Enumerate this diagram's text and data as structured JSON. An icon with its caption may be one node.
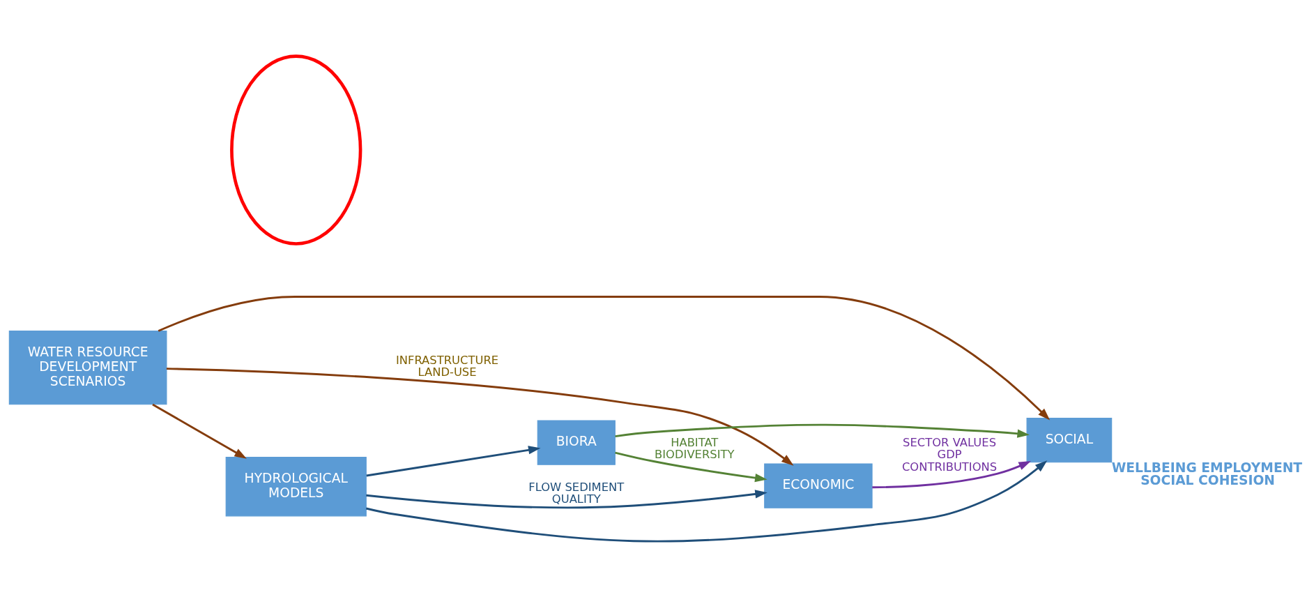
{
  "diagram": {
    "nodes": [
      {
        "text": [
          "WATER RESOURCE DEVELOPMENT SCENARIOS"
        ]
      },
      {
        "text": [
          "HYDROLOGICAL MODELS"
        ]
      },
      {
        "text": [
          "BIORA"
        ]
      },
      {
        "text": [
          "SOCIAL"
        ],
        "beside": [
          "WELLBEING EMPLOYMENT SOCIAL COHESION"
        ]
      },
      {
        "text": [
          "ECONOMIC"
        ]
      },
      {
        "text": [],
        "shape": "ellipse"
      }
    ],
    "edges": [
      {
        "from": 0,
        "to": 1,
        "arrow": "to",
        "color": "#843c0c"
      },
      {
        "from": 0,
        "to": 3,
        "arrow": "to",
        "color": "#843c0c"
      },
      {
        "from": 0,
        "to": 4,
        "arrow": "to",
        "color": "#843c0c",
        "label": "INFRASTRUCTURE LAND-USE"
      },
      {
        "from": 1,
        "to": 3,
        "arrow": "to",
        "color": "#1f4e79"
      },
      {
        "from": 1,
        "to": 2,
        "arrow": "to",
        "color": "#1f4e79"
      },
      {
        "from": 1,
        "to": 4,
        "arrow": "to",
        "color": "#1f4e79",
        "label": "FLOW SEDIMENT QUALITY"
      },
      {
        "from": 2,
        "to": 3,
        "arrow": "to",
        "color": "#548235"
      },
      {
        "from": 2,
        "to": 4,
        "arrow": "to",
        "color": "#548235",
        "label": "HABITAT BIODIVERSITY"
      },
      {
        "from": 4,
        "to": 3,
        "arrow": "to",
        "color": "#7030a0",
        "label": "SECTOR VALUES GDP CONTRIBUTIONS"
      }
    ]
  }
}
